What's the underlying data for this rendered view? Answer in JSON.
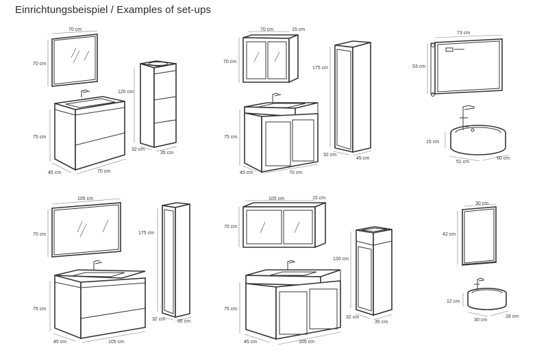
{
  "title": "Einrichtungsbeispiel / Examples of set-ups",
  "setups": [
    {
      "id": "setup-1",
      "labels": {
        "mirror_w": "70 cm",
        "mirror_h": "70 cm",
        "tall_h": "120 cm",
        "tall_d": "32 cm",
        "tall_w": "35 cm",
        "vanity_h": "75 cm",
        "vanity_d": "45 cm",
        "vanity_w": "70 cm"
      }
    },
    {
      "id": "setup-2",
      "labels": {
        "cab_w": "70 cm",
        "cab_d": "15 cm",
        "cab_h": "70 cm",
        "tall_h": "175 cm",
        "tall_d": "32 cm",
        "tall_w": "45 cm",
        "vanity_h": "75 cm",
        "vanity_d": "45 cm",
        "vanity_w": "70 cm"
      }
    },
    {
      "id": "setup-3",
      "labels": {
        "mirror_w": "73 cm",
        "mirror_h": "53 cm",
        "basin_h": "15 cm",
        "basin_w": "51 cm",
        "basin_d": "50 cm"
      }
    },
    {
      "id": "setup-4",
      "labels": {
        "mirror_w": "105 cm",
        "mirror_h": "70 cm",
        "tall_h": "175 cm",
        "tall_d": "32 cm",
        "tall_w": "35 cm",
        "vanity_h": "75 cm",
        "vanity_d": "45 cm",
        "vanity_w": "105 cm"
      }
    },
    {
      "id": "setup-5",
      "labels": {
        "cab_w": "105 cm",
        "cab_d": "15 cm",
        "cab_h": "70 cm",
        "tall_h": "120 cm",
        "tall_d": "32 cm",
        "tall_w": "35 cm",
        "vanity_h": "75 cm",
        "vanity_d": "45 cm",
        "vanity_w": "105 cm"
      }
    },
    {
      "id": "setup-6",
      "labels": {
        "mirror_w": "30 cm",
        "mirror_h": "42 cm",
        "basin_h": "12 cm",
        "basin_w": "30 cm",
        "basin_d": "28 cm"
      }
    }
  ]
}
